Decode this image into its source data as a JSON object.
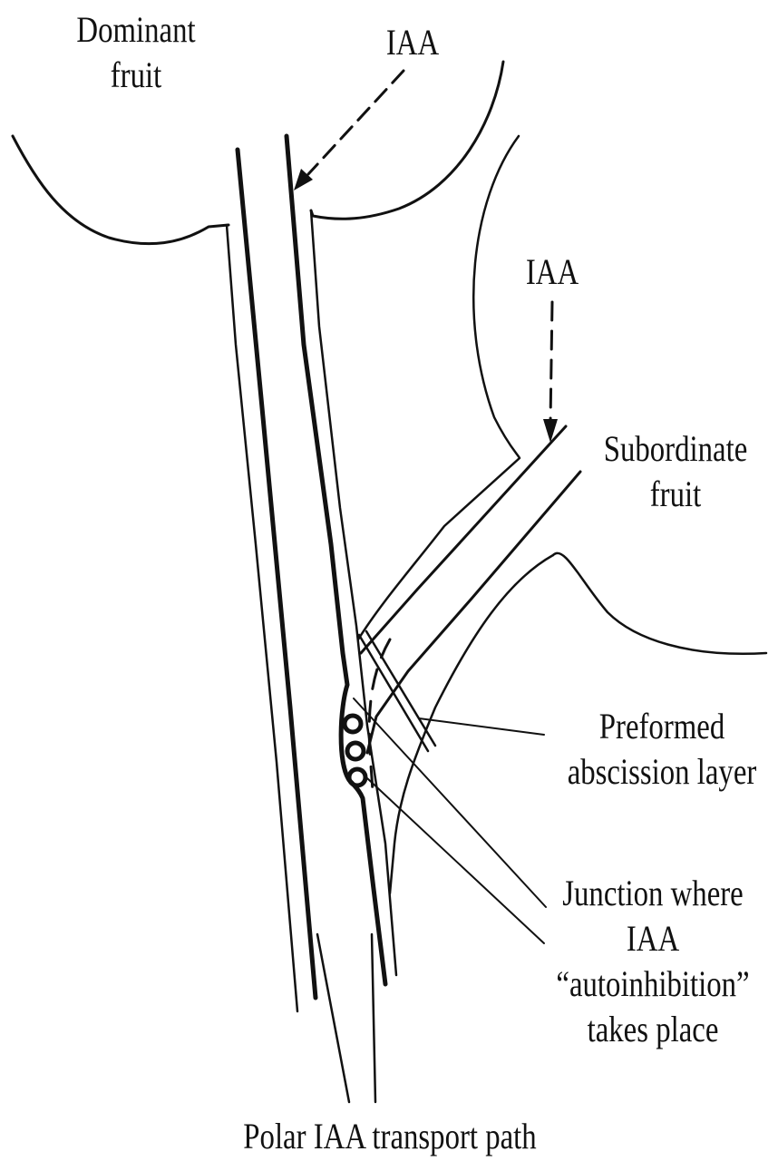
{
  "labels": {
    "dominant_fruit": [
      "Dominant",
      "fruit"
    ],
    "iaa_top": "IAA",
    "iaa_side": "IAA",
    "subordinate_fruit": [
      "Subordinate",
      "fruit"
    ],
    "preformed_abscission": [
      "Preformed",
      "abscission layer"
    ],
    "junction": [
      "Junction where",
      "IAA",
      "“autoinhibition”",
      "takes place"
    ],
    "polar_transport": "Polar IAA transport path"
  },
  "colors": {
    "ink": "#111111",
    "background": "#ffffff"
  }
}
